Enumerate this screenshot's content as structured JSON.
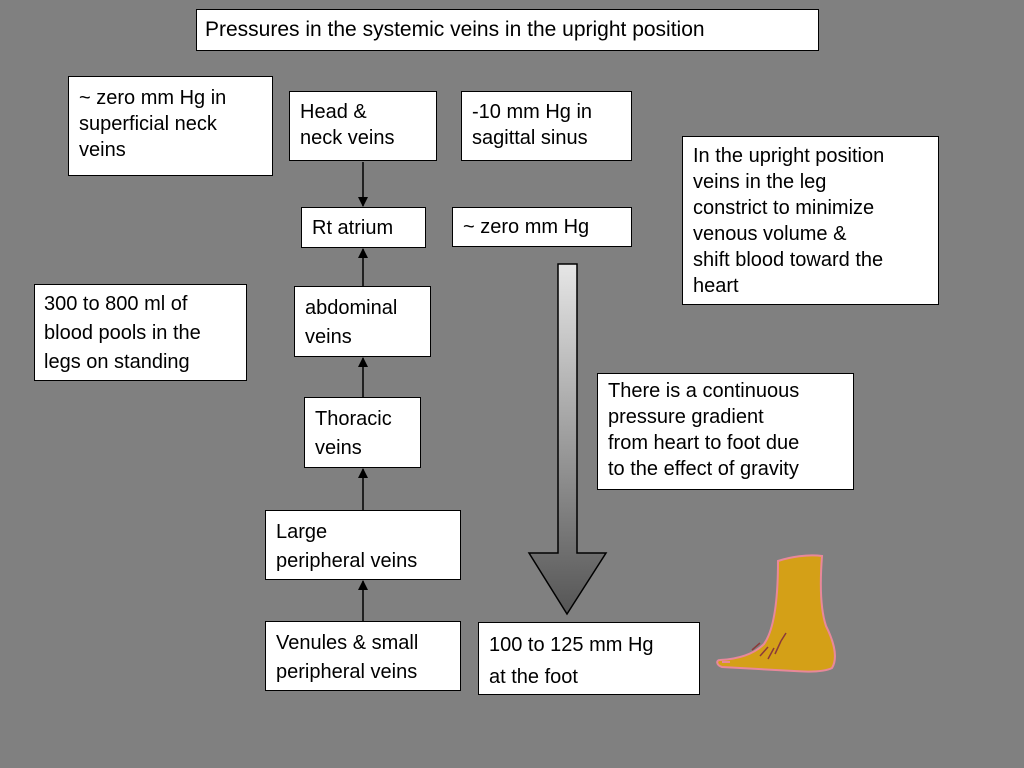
{
  "title": "Pressures in the systemic veins in the upright position",
  "boxes": {
    "superficial_neck": "~ zero mm Hg in\nsuperficial neck\nveins",
    "head_neck": "Head &\nneck veins",
    "sagittal_sinus": "-10 mm Hg in\nsagittal sinus",
    "upright_position": "In the upright position\nveins in the leg\nconstrict to minimize\nvenous volume &\nshift blood toward the\nheart",
    "rt_atrium": "Rt atrium",
    "zero_mm_hg": "~ zero mm Hg",
    "blood_pools": "300 to 800 ml of\nblood pools in the\nlegs on standing",
    "abdominal": "abdominal\nveins",
    "thoracic": "Thoracic\nveins",
    "continuous_gradient": "There is a continuous\npressure gradient\nfrom heart to foot due\nto the effect of gravity",
    "large_peripheral": "Large\nperipheral veins",
    "venules": "Venules & small\nperipheral veins",
    "foot_pressure": "100 to 125 mm Hg\nat the foot"
  },
  "colors": {
    "background": "#808080",
    "box_fill": "#ffffff",
    "foot_fill": "#d4a017",
    "foot_outline": "#e8889a",
    "arrow_top": "#e6e6e6",
    "arrow_bottom": "#555555"
  },
  "icons": {
    "foot": "foot-icon",
    "gradient_arrow": "gradient-down-arrow"
  }
}
